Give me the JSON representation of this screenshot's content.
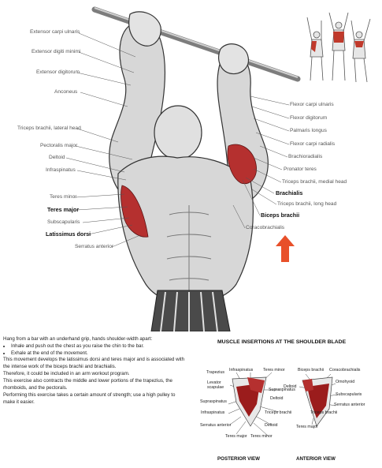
{
  "left_labels": [
    "Extensor carpi ulnaris",
    "Extensor digiti minimi",
    "Extensor digitorum",
    "Anconeus",
    "Triceps brachii, lateral head",
    "Pectoralis major",
    "Deltoid",
    "Infraspinatus",
    "Teres minor",
    "Teres major",
    "Subscapularis",
    "Latissimus dorsi",
    "Serratus anterior"
  ],
  "right_labels": [
    "Flexor carpi ulnaris",
    "Flexor digitorum",
    "Palmaris longus",
    "Flexor carpi radialis",
    "Brachioradialis",
    "Pronator teres",
    "Triceps brachii, medial head",
    "Brachialis",
    "Triceps brachii, long head",
    "Biceps brachii",
    "Coracobrachialis"
  ],
  "description": {
    "intro": "Hang from a bar with an underhand grip, hands shoulder-width apart:",
    "steps": [
      "Inhale and push out the chest as you raise the chin to the bar.",
      "Exhale at the end of the movement."
    ],
    "paragraphs": [
      "This movement develops the latissimus dorsi and teres major and is associated with the intense work of the biceps brachii and brachialis.",
      "Therefore, it could be included in an arm workout program.",
      "This exercise also contracts the middle and lower portions of the trapezius, the rhomboids, and the pectorals.",
      "Performing this exercise takes a certain amount of strength; use a high pulley to make it easier."
    ]
  },
  "insertions": {
    "title": "MUSCLE INSERTIONS AT THE SHOULDER BLADE",
    "posterior_labels": [
      "Trapezius",
      "Infraspinatus",
      "Teres minor",
      "Levator scapulae",
      "Supraspinatus",
      "Deltoid",
      "Supraspinatus",
      "Infraspinatus",
      "Triceps brachii",
      "Serratus anterior",
      "Deltoid",
      "Teres major",
      "Teres minor"
    ],
    "anterior_labels": [
      "Biceps brachii",
      "Coracobrachialis",
      "Omohyoid",
      "Deltoid",
      "Subscapularis",
      "Serratus anterior",
      "Triceps brachii",
      "Teres major"
    ],
    "posterior_view": "POSTERIOR VIEW",
    "anterior_view": "ANTERIOR VIEW"
  },
  "colors": {
    "target_muscle": "#b5302f",
    "arrow": "#e8502a",
    "bar": "#8a8a8a"
  }
}
